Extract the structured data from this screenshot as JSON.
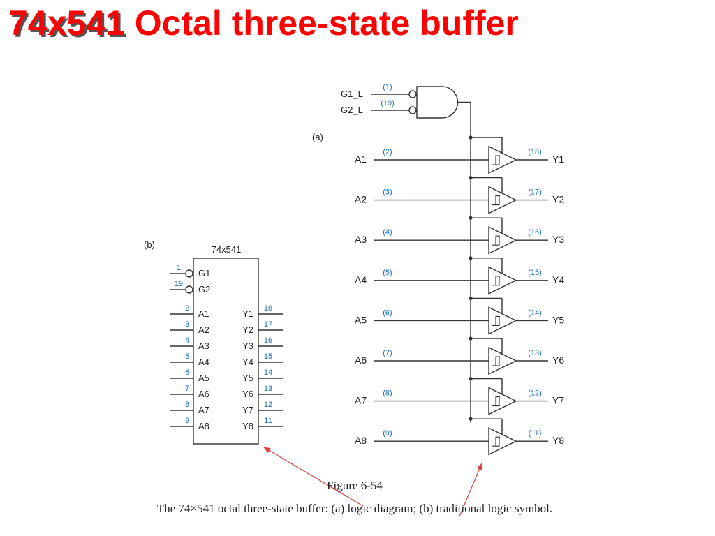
{
  "title": {
    "part_number": "74x541",
    "description": "Octal three-state buffer"
  },
  "colors": {
    "title": "#ff0000",
    "pin_number": "#1a6fc4",
    "line": "#333333",
    "arrow": "#e04040",
    "text": "#222222"
  },
  "diagram_a": {
    "label": "(a)",
    "enables": [
      {
        "name": "G1_L",
        "pin": "(1)"
      },
      {
        "name": "G2_L",
        "pin": "(19)"
      }
    ],
    "buffers": [
      {
        "input": "A1",
        "in_pin": "(2)",
        "output": "Y1",
        "out_pin": "(18)"
      },
      {
        "input": "A2",
        "in_pin": "(3)",
        "output": "Y2",
        "out_pin": "(17)"
      },
      {
        "input": "A3",
        "in_pin": "(4)",
        "output": "Y3",
        "out_pin": "(16)"
      },
      {
        "input": "A4",
        "in_pin": "(5)",
        "output": "Y4",
        "out_pin": "(15)"
      },
      {
        "input": "A5",
        "in_pin": "(6)",
        "output": "Y5",
        "out_pin": "(14)"
      },
      {
        "input": "A6",
        "in_pin": "(7)",
        "output": "Y6",
        "out_pin": "(13)"
      },
      {
        "input": "A7",
        "in_pin": "(8)",
        "output": "Y7",
        "out_pin": "(12)"
      },
      {
        "input": "A8",
        "in_pin": "(9)",
        "output": "Y8",
        "out_pin": "(11)"
      }
    ]
  },
  "diagram_b": {
    "label": "(b)",
    "chip_name": "74x541",
    "enables": [
      {
        "name": "G1",
        "pin": "1"
      },
      {
        "name": "G2",
        "pin": "19"
      }
    ],
    "inputs": [
      {
        "name": "A1",
        "pin": "2"
      },
      {
        "name": "A2",
        "pin": "3"
      },
      {
        "name": "A3",
        "pin": "4"
      },
      {
        "name": "A4",
        "pin": "5"
      },
      {
        "name": "A5",
        "pin": "6"
      },
      {
        "name": "A6",
        "pin": "7"
      },
      {
        "name": "A7",
        "pin": "8"
      },
      {
        "name": "A8",
        "pin": "9"
      }
    ],
    "outputs": [
      {
        "name": "Y1",
        "pin": "18"
      },
      {
        "name": "Y2",
        "pin": "17"
      },
      {
        "name": "Y3",
        "pin": "16"
      },
      {
        "name": "Y4",
        "pin": "15"
      },
      {
        "name": "Y5",
        "pin": "14"
      },
      {
        "name": "Y6",
        "pin": "13"
      },
      {
        "name": "Y7",
        "pin": "12"
      },
      {
        "name": "Y8",
        "pin": "11"
      }
    ]
  },
  "figure": {
    "number": "Figure 6-54",
    "caption": "The 74×541 octal three-state buffer: (a) logic diagram; (b) traditional logic symbol."
  }
}
